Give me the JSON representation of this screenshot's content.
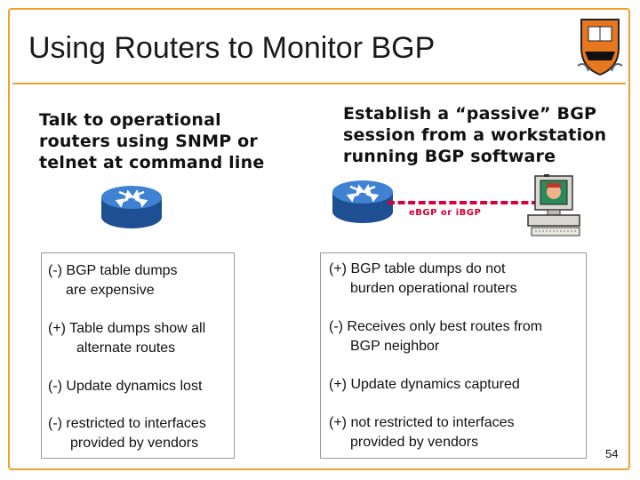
{
  "slide": {
    "title": "Using Routers to Monitor BGP",
    "page_number": "54",
    "left": {
      "heading": [
        "Talk to operational",
        "routers using SNMP or",
        "telnet at command line"
      ],
      "items": [
        [
          "(-) BGP table dumps",
          "are expensive"
        ],
        [
          "(+) Table dumps show all",
          "alternate routes"
        ],
        [
          "(-) Update dynamics lost"
        ],
        [
          "(-) restricted to interfaces",
          "provided by vendors"
        ]
      ]
    },
    "right": {
      "heading": [
        "Establish a “passive” BGP",
        "session from a workstation",
        "running BGP software"
      ],
      "link_label": "eBGP or iBGP",
      "items": [
        [
          "(+) BGP table dumps do not",
          "burden operational routers"
        ],
        [
          "(-) Receives only best routes from",
          "BGP neighbor"
        ],
        [
          "(+) Update dynamics captured"
        ],
        [
          "(+) not restricted to interfaces",
          "provided by vendors"
        ]
      ]
    }
  },
  "colors": {
    "accent": "#f0a030",
    "link": "#d8003c",
    "router": "#2f6fc0"
  }
}
